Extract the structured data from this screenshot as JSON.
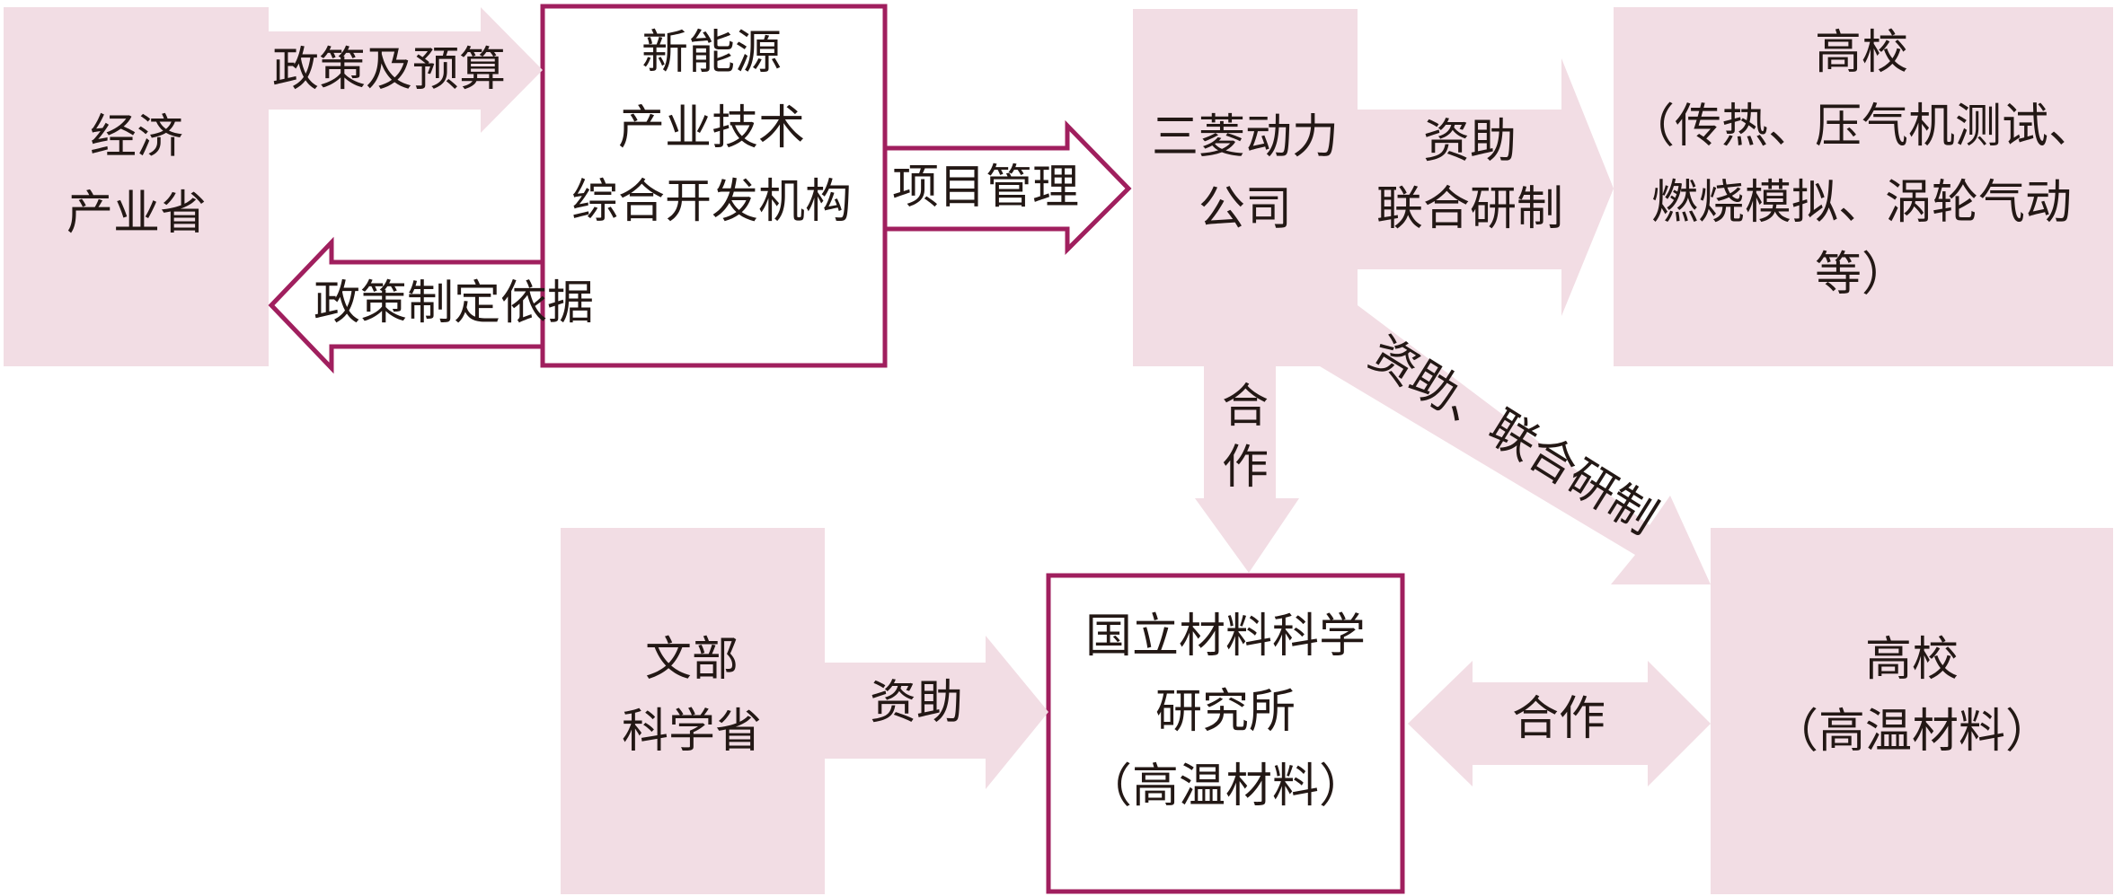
{
  "colors": {
    "fill": "#f2dde4",
    "outline": "#a01f5e",
    "text": "#231815",
    "background": "#ffffff"
  },
  "nodes": {
    "meti": {
      "lines": [
        "经济",
        "产业省"
      ]
    },
    "nedo": {
      "lines": [
        "新能源",
        "产业技术",
        "综合开发机构"
      ]
    },
    "mhi": {
      "lines": [
        "三菱动力",
        "公司"
      ]
    },
    "univ_top": {
      "lines": [
        "高校",
        "（传热、压气机测试、",
        "燃烧模拟、涡轮气动",
        "等）"
      ]
    },
    "mext": {
      "lines": [
        "文部",
        "科学省"
      ]
    },
    "nims": {
      "lines": [
        "国立材料科学",
        "研究所",
        "（高温材料）"
      ]
    },
    "univ_bottom": {
      "lines": [
        "高校",
        "（高温材料）"
      ]
    }
  },
  "edges": {
    "policy_budget": "政策及预算",
    "policy_basis": "政策制定依据",
    "project_mgmt": "项目管理",
    "fund_joint_top": [
      "资助",
      "联合研制"
    ],
    "cooperate_down": [
      "合",
      "作"
    ],
    "fund_joint_diag": "资助、联合研制",
    "mext_fund": "资助",
    "nims_univ": "合作"
  }
}
